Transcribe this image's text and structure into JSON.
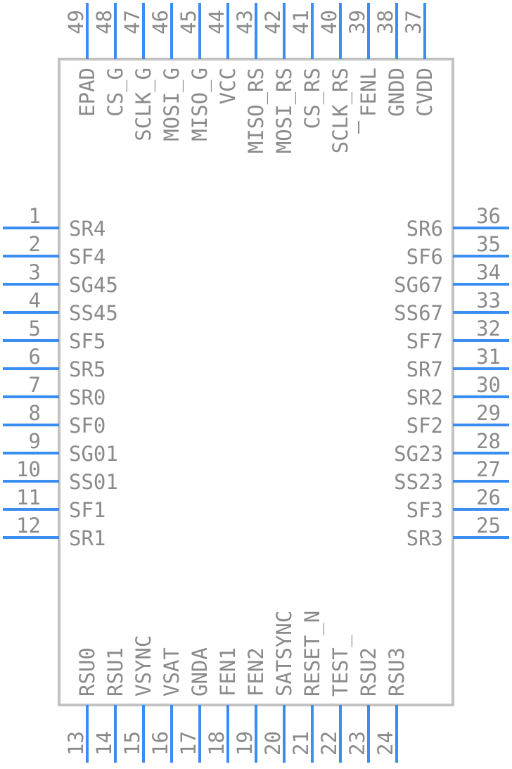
{
  "component": {
    "left_pins": [
      {
        "num": "1",
        "name": "SR4"
      },
      {
        "num": "2",
        "name": "SF4"
      },
      {
        "num": "3",
        "name": "SG45"
      },
      {
        "num": "4",
        "name": "SS45"
      },
      {
        "num": "5",
        "name": "SF5"
      },
      {
        "num": "6",
        "name": "SR5"
      },
      {
        "num": "7",
        "name": "SR0"
      },
      {
        "num": "8",
        "name": "SF0"
      },
      {
        "num": "9",
        "name": "SG01"
      },
      {
        "num": "10",
        "name": "SS01"
      },
      {
        "num": "11",
        "name": "SF1"
      },
      {
        "num": "12",
        "name": "SR1"
      }
    ],
    "right_pins": [
      {
        "num": "36",
        "name": "SR6"
      },
      {
        "num": "35",
        "name": "SF6"
      },
      {
        "num": "34",
        "name": "SG67"
      },
      {
        "num": "33",
        "name": "SS67"
      },
      {
        "num": "32",
        "name": "SF7"
      },
      {
        "num": "31",
        "name": "SR7"
      },
      {
        "num": "30",
        "name": "SR2"
      },
      {
        "num": "29",
        "name": "SF2"
      },
      {
        "num": "28",
        "name": "SG23"
      },
      {
        "num": "27",
        "name": "SS23"
      },
      {
        "num": "26",
        "name": "SF3"
      },
      {
        "num": "25",
        "name": "SR3"
      }
    ],
    "top_pins": [
      {
        "num": "49",
        "name": "EPAD"
      },
      {
        "num": "48",
        "name": "CS_G"
      },
      {
        "num": "47",
        "name": "SCLK_G"
      },
      {
        "num": "46",
        "name": "MOSI_G"
      },
      {
        "num": "45",
        "name": "MISO_G"
      },
      {
        "num": "44",
        "name": "VCC"
      },
      {
        "num": "43",
        "name": "MISO_RS"
      },
      {
        "num": "42",
        "name": "MOSI_RS"
      },
      {
        "num": "41",
        "name": "CS_RS"
      },
      {
        "num": "40",
        "name": "SCLK_RS"
      },
      {
        "num": "39",
        "name": "FENL"
      },
      {
        "num": "38",
        "name": "GNDD"
      },
      {
        "num": "37",
        "name": "CVDD"
      }
    ],
    "bottom_pins": [
      {
        "num": "13",
        "name": "RSU0"
      },
      {
        "num": "14",
        "name": "RSU1"
      },
      {
        "num": "15",
        "name": "VSYNC"
      },
      {
        "num": "16",
        "name": "VSAT"
      },
      {
        "num": "17",
        "name": "GNDA"
      },
      {
        "num": "18",
        "name": "FEN1"
      },
      {
        "num": "19",
        "name": "FEN2"
      },
      {
        "num": "20",
        "name": "SATSYNC"
      },
      {
        "num": "21",
        "name": "RESET_N"
      },
      {
        "num": "22",
        "name": "TEST_"
      },
      {
        "num": "23",
        "name": "RSU2"
      },
      {
        "num": "24",
        "name": "RSU3"
      }
    ]
  }
}
